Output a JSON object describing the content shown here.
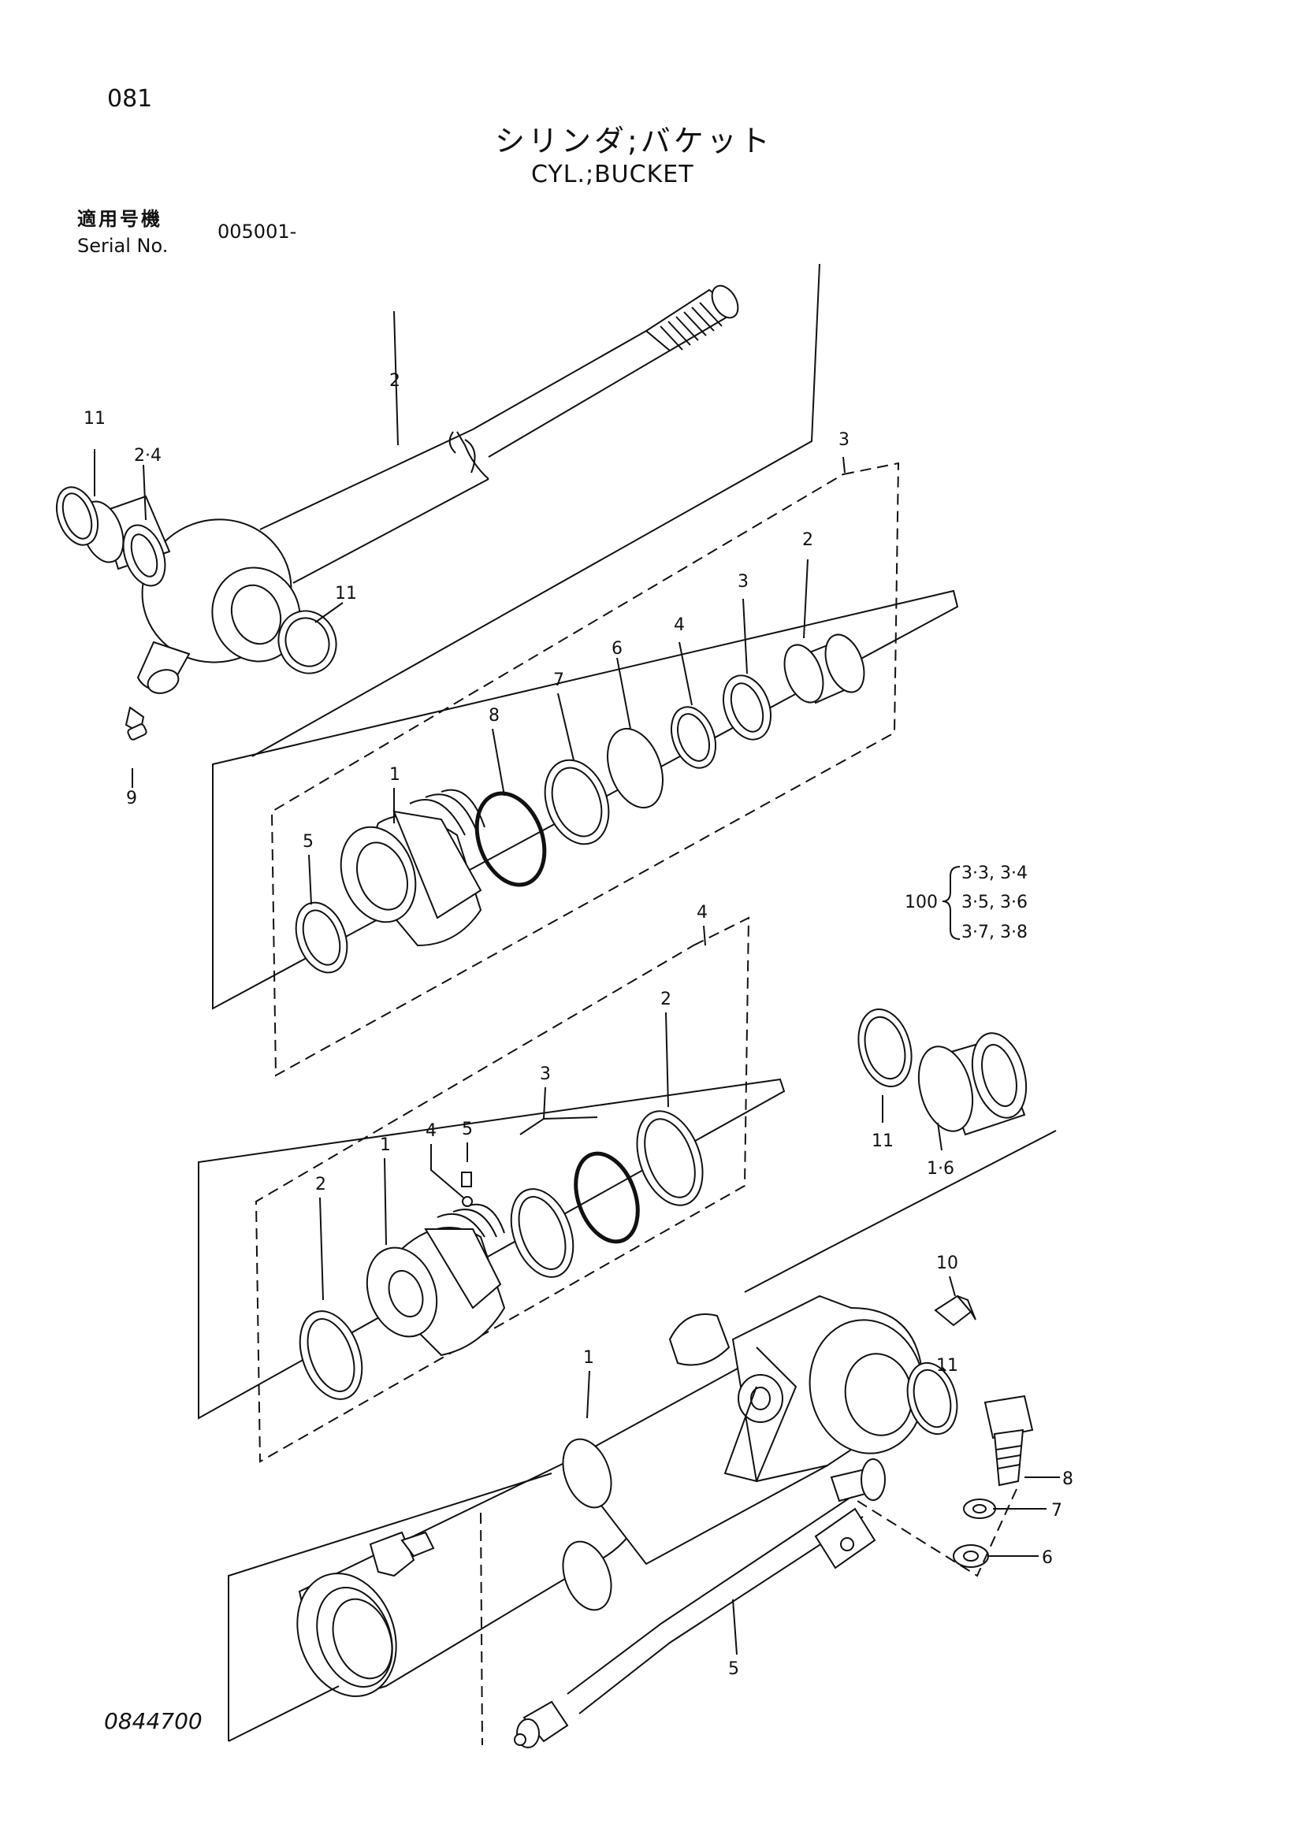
{
  "page_number": "081",
  "title_jp": "シリンダ;バケット",
  "title_en": "CYL.;BUCKET",
  "serial": {
    "label_jp": "適用号機",
    "label_en": "Serial No.",
    "value": "005001-"
  },
  "doc_id": "0844700",
  "callouts": {
    "rod": "2",
    "rod_seal_left": "11",
    "rod_bushing": "2·4",
    "rod_seal_right": "11",
    "grease_fitting": "9",
    "gland_group": "3",
    "gland": "1",
    "gland_bushing": "2",
    "gland_ring3": "3",
    "gland_ring4": "4",
    "gland_ring5": "5",
    "gland_oring6": "6",
    "gland_ring7": "7",
    "gland_oring8": "8",
    "piston_group": "4",
    "piston": "1",
    "piston_ring2a": "2",
    "piston_ring2b": "2",
    "piston_ring3": "3",
    "piston_ball4": "4",
    "piston_screw5": "5",
    "tube_seal": "11",
    "tube_bushing": "1·6",
    "tube": "1",
    "elbow": "10",
    "tube_seal2": "11",
    "bolt": "8",
    "washer7": "7",
    "washer6": "6",
    "pipe": "5"
  },
  "kit": {
    "number": "100",
    "lines": [
      "3·3, 3·4",
      "3·5, 3·6",
      "3·7, 3·8"
    ]
  }
}
